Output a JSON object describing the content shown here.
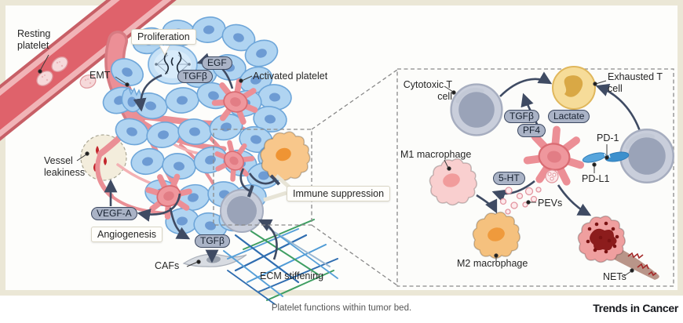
{
  "figure": {
    "caption": "Platelet functions within tumor bed.",
    "journal": "Trends in Cancer"
  },
  "colors": {
    "frame": "#ebe7d6",
    "arrow": "#3f4b63",
    "pill_bg": "#aab3c6",
    "pill_border": "#3d4961",
    "tumor_cell": "#b0d4f1",
    "platelet_pink": "#ef979d",
    "vessel_red": "#df626b",
    "ecm_blue": "#2f6db0",
    "ecm_green": "#3f9e62"
  },
  "left": {
    "resting_platelet": "Resting platelet",
    "proliferation": "Proliferation",
    "emt": "EMT",
    "egf": "EGF",
    "tgfb_top": "TGFβ",
    "activated_platelet": "Activated platelet",
    "vessel_leakiness": "Vessel leakiness",
    "vegf_a": "VEGF-A",
    "angiogenesis": "Angiogenesis",
    "tgfb_bottom": "TGFβ",
    "cafs": "CAFs",
    "ecm_stiffening": "ECM stiffening",
    "immune_suppression": "Immune suppression"
  },
  "right": {
    "cytotoxic_t_cell": "Cytotoxic T cell",
    "exhausted_t_cell": "Exhausted T cell",
    "tgfb": "TGFβ",
    "pf4": "PF4",
    "lactate": "Lactate",
    "pd1": "PD-1",
    "pdl1": "PD-L1",
    "m1_macrophage": "M1 macrophage",
    "five_ht": "5-HT",
    "pevs": "PEVs",
    "m2_macrophage": "M2 macrophage",
    "nets": "NETs"
  }
}
